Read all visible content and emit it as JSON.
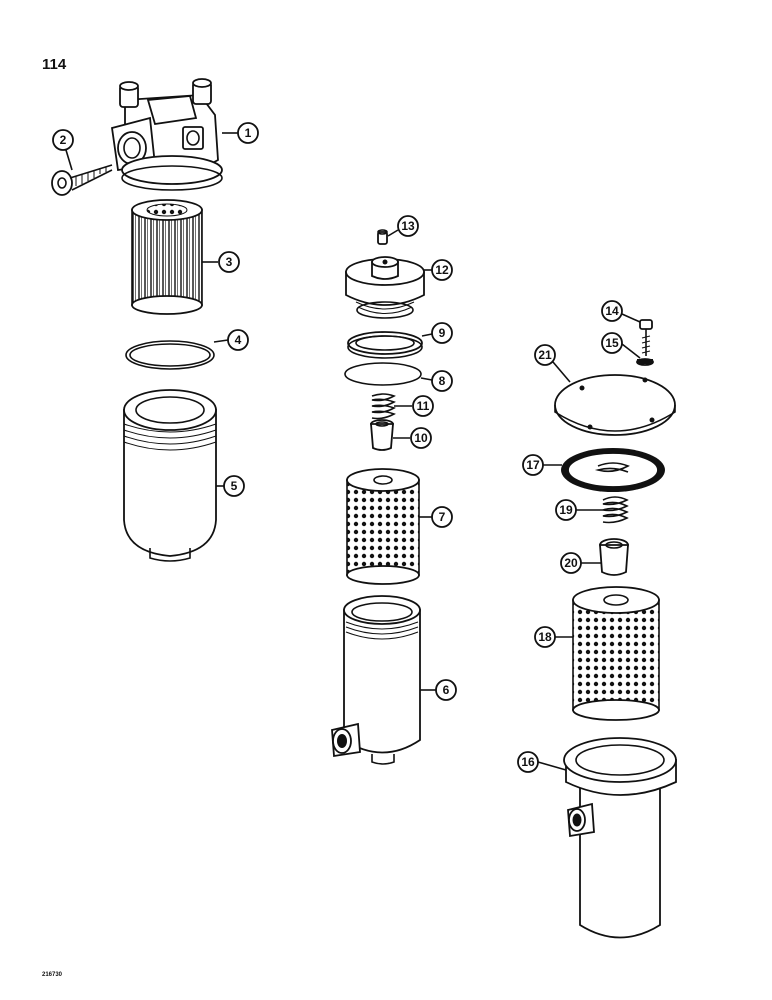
{
  "page_number": "114",
  "drawing_code": "216730",
  "callouts": [
    "1",
    "2",
    "3",
    "4",
    "5",
    "6",
    "7",
    "8",
    "9",
    "10",
    "11",
    "12",
    "13",
    "14",
    "15",
    "16",
    "17",
    "18",
    "19",
    "20",
    "21"
  ]
}
